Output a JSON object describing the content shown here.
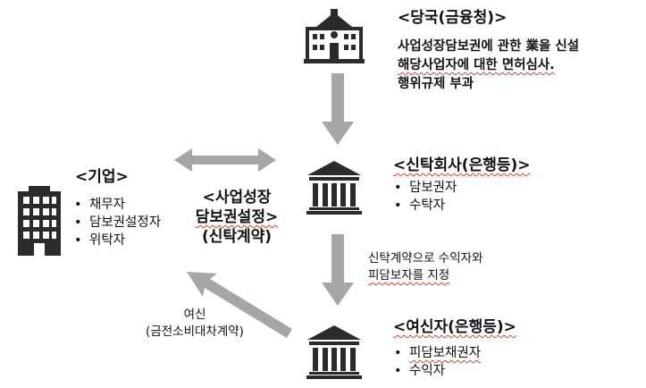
{
  "authority": {
    "icon": "government-building-icon",
    "title": "<당국(금융청)>",
    "lines": [
      "사업성장담보권에 관한 業을 신설",
      "해당사업자에 대한 면허심사.",
      "행위규제 부과"
    ]
  },
  "trust_company": {
    "icon": "bank-icon",
    "title": "<신탁회사(은행등)>",
    "items": [
      "담보권자",
      "수탁자"
    ]
  },
  "company": {
    "icon": "office-building-icon",
    "title": "<기업>",
    "items": [
      "채무자",
      "담보권설정자",
      "위탁자"
    ]
  },
  "contract": {
    "line1": "<사업성장",
    "line2": "담보권설정>",
    "line3": "(신탁계약)"
  },
  "designation": {
    "line1": "신탁계약으로 수익자와",
    "line2": "피담보자를 지정"
  },
  "lender": {
    "icon": "bank-icon",
    "title": "<여신자(은행등)>",
    "items": [
      "피담보채권자",
      "수익자"
    ]
  },
  "loan": {
    "line1": "여신",
    "line2": "(금전소비대차계약)"
  },
  "colors": {
    "arrow": "#a6a6a6",
    "icon": "#2b2b2b",
    "squiggle": "#d0453a"
  }
}
